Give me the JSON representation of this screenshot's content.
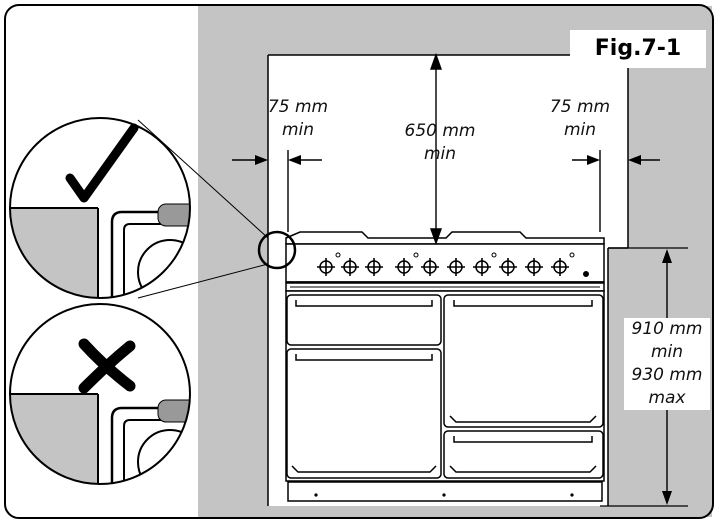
{
  "figure": {
    "label": "Fig.7-1"
  },
  "clearances": {
    "left": {
      "value": "75 mm",
      "qualifier": "min"
    },
    "right": {
      "value": "75 mm",
      "qualifier": "min"
    },
    "top": {
      "value": "650 mm",
      "qualifier": "min"
    },
    "height": {
      "min_value": "910 mm",
      "min_qualifier": "min",
      "max_value": "930 mm",
      "max_qualifier": "max"
    }
  },
  "details": {
    "correct": {
      "symbol": "checkmark-icon"
    },
    "incorrect": {
      "symbol": "cross-icon"
    }
  },
  "colors": {
    "wall": "#c4c4c4",
    "cooker_body": "#ffffff",
    "outline": "#000000",
    "frame": "#000000"
  }
}
